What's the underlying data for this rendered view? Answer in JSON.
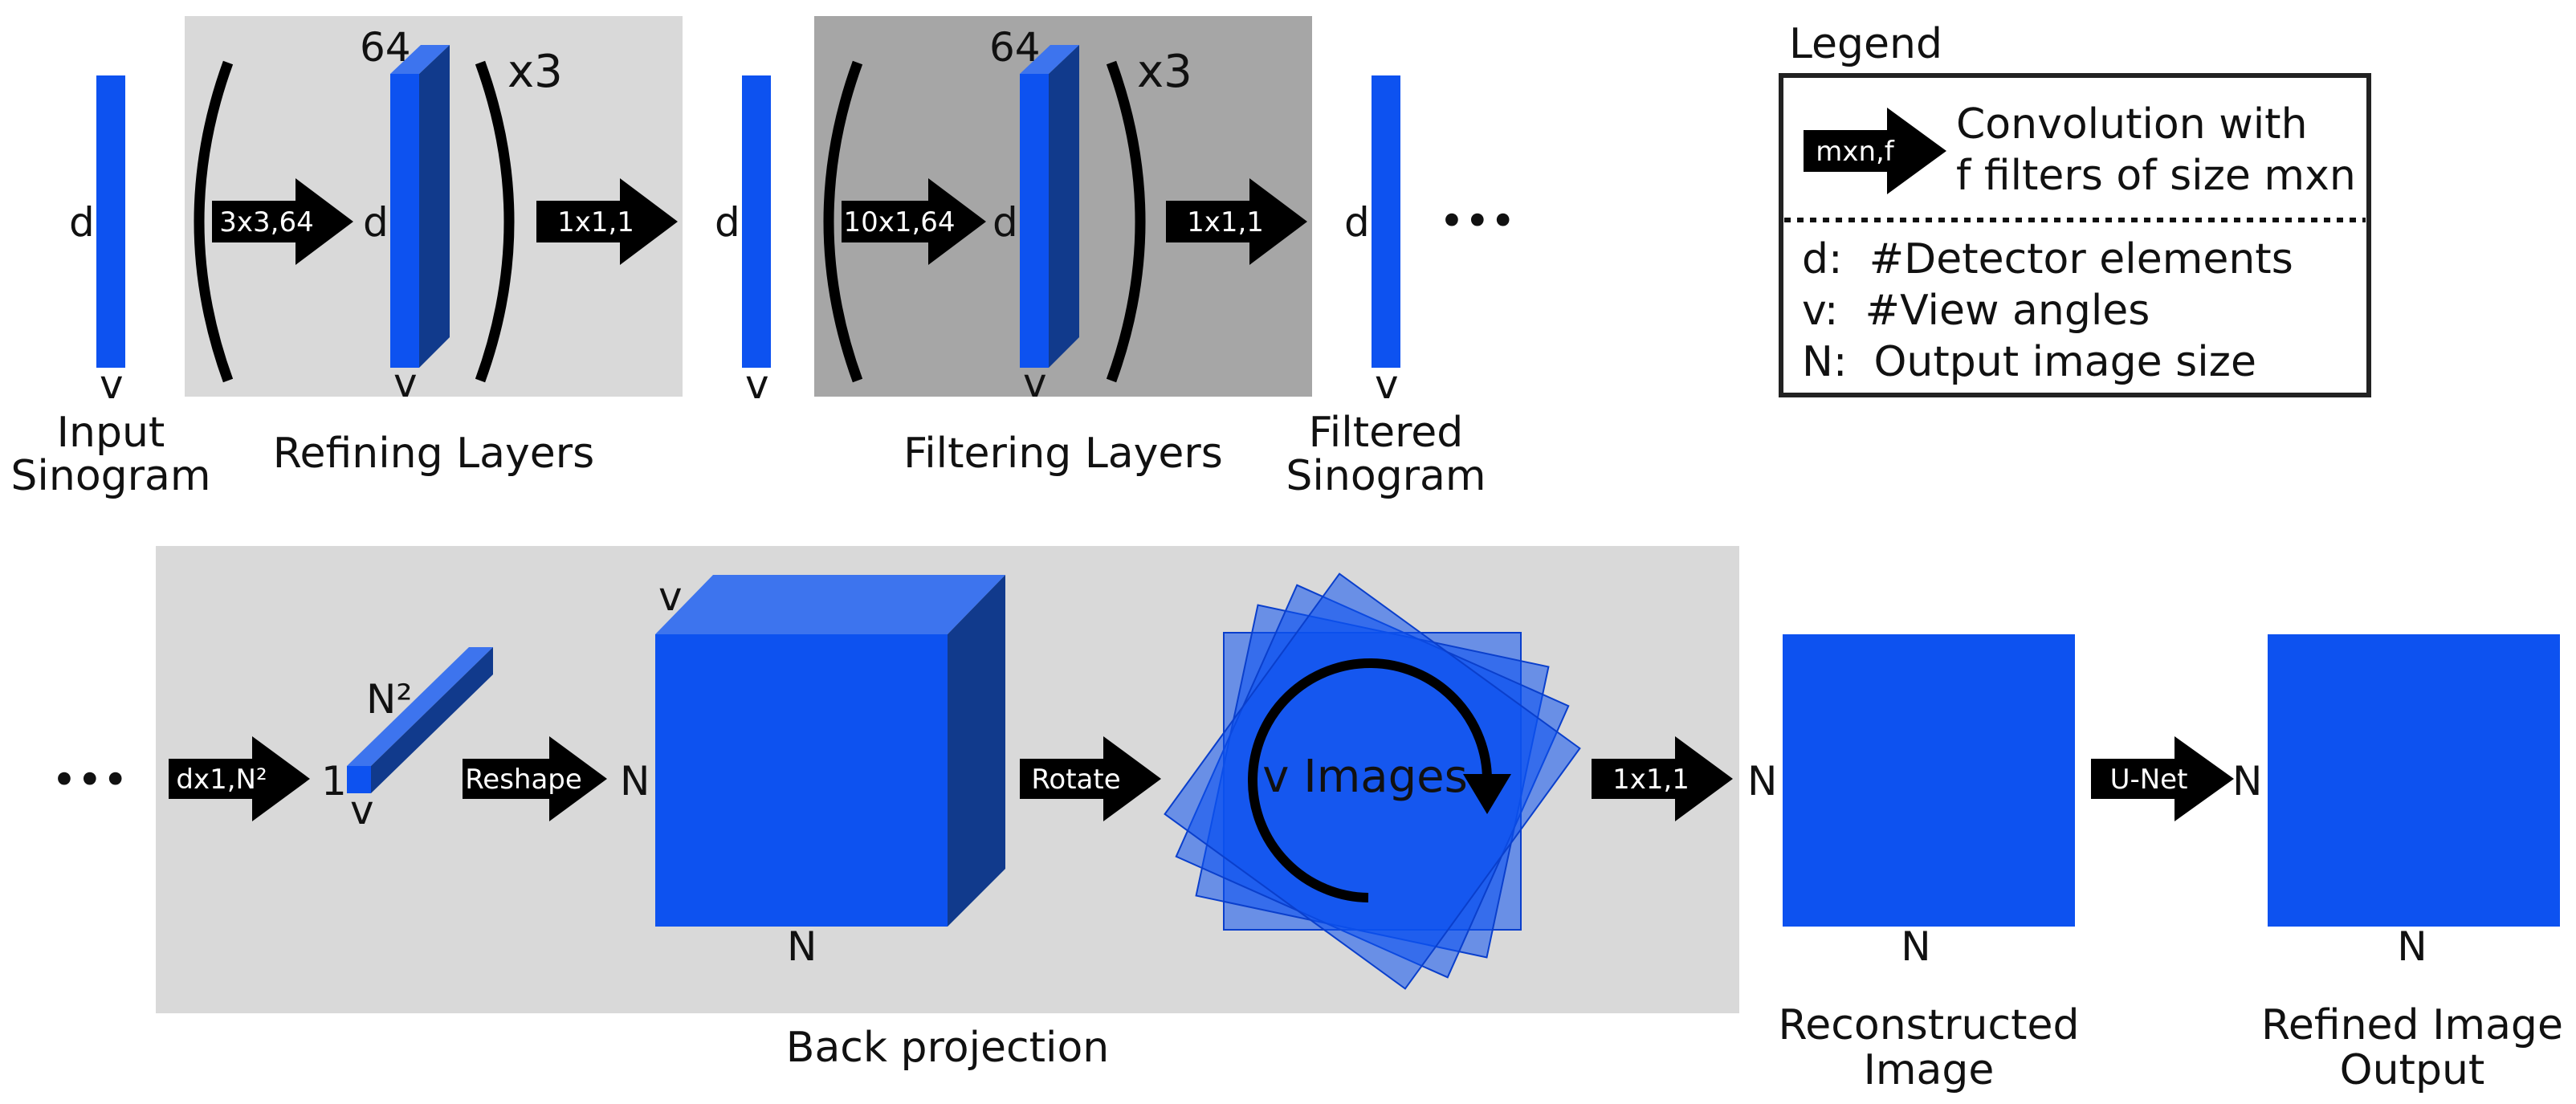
{
  "colors": {
    "blue": "#0d52f0",
    "blue_dark": "#113a8c",
    "blue_light": "#3d74ee",
    "refine_bg": "#d9d9d9",
    "filter_bg": "#a6a6a6",
    "backproj_bg": "#d9d9d9",
    "arrow": "#000000"
  },
  "top": {
    "input": {
      "d": "d",
      "v": "v",
      "caption_1": "Input",
      "caption_2": "Sinogram"
    },
    "refining": {
      "caption": "Refining Layers",
      "conv_label": "3x3,64",
      "channels": "64",
      "d": "d",
      "v": "v",
      "repeat": "x3",
      "out_conv_label": "1x1,1"
    },
    "mid": {
      "d": "d",
      "v": "v"
    },
    "filtering": {
      "caption": "Filtering Layers",
      "conv_label": "10x1,64",
      "channels": "64",
      "d": "d",
      "v": "v",
      "repeat": "x3",
      "out_conv_label": "1x1,1"
    },
    "filtered": {
      "d": "d",
      "v": "v",
      "caption_1": "Filtered",
      "caption_2": "Sinogram"
    },
    "ellipsis": "•••"
  },
  "legend": {
    "title": "Legend",
    "arrow_label": "mxn,f",
    "conv_line_1": "Convolution with",
    "conv_line_2": "f filters of size mxn",
    "items": [
      "d:  #Detector elements",
      "v:  #View angles",
      "N:  Output image size"
    ]
  },
  "bottom": {
    "ellipsis": "•••",
    "backprojection": {
      "caption": "Back projection",
      "conv_label": "dx1,N²",
      "bar_n2": "N²",
      "bar_one": "1",
      "bar_v": "v",
      "reshape_label": "Reshape",
      "cube_v": "v",
      "cube_n_left": "N",
      "cube_n_bottom": "N",
      "rotate_label": "Rotate",
      "images_label": "v Images"
    },
    "sum_conv_label": "1x1,1",
    "reconstructed": {
      "n_left": "N",
      "n_bottom": "N",
      "caption_1": "Reconstructed",
      "caption_2": "Image"
    },
    "unet_label": "U-Net",
    "refined": {
      "n_left": "N",
      "n_bottom": "N",
      "caption_1": "Refined Image",
      "caption_2": "Output"
    }
  }
}
